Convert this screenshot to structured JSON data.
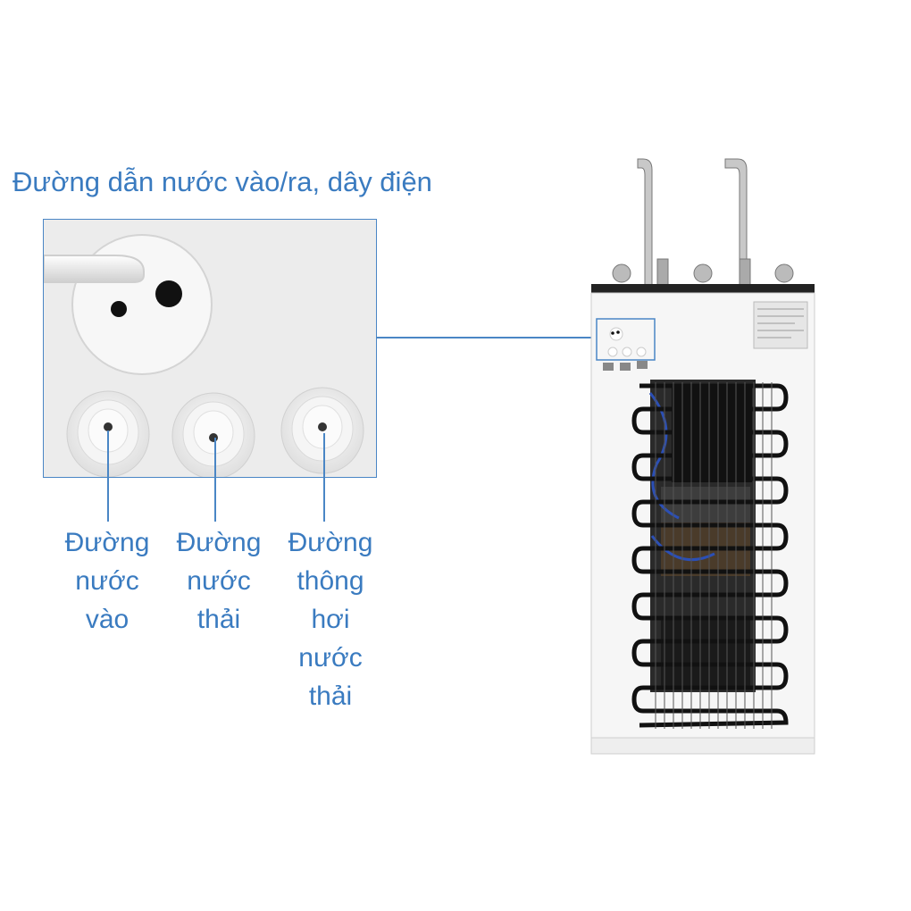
{
  "heading": "Đường dẫn nước vào/ra, dây điện",
  "callouts": {
    "inlet": [
      "Đường",
      "nước",
      "vào"
    ],
    "waste": [
      "Đường",
      "nước",
      "thải"
    ],
    "vent": [
      "Đường",
      "thông",
      "hơi",
      "nước",
      "thải"
    ]
  },
  "colors": {
    "accent": "#3a7bc0",
    "frame": "#4a86c5"
  }
}
